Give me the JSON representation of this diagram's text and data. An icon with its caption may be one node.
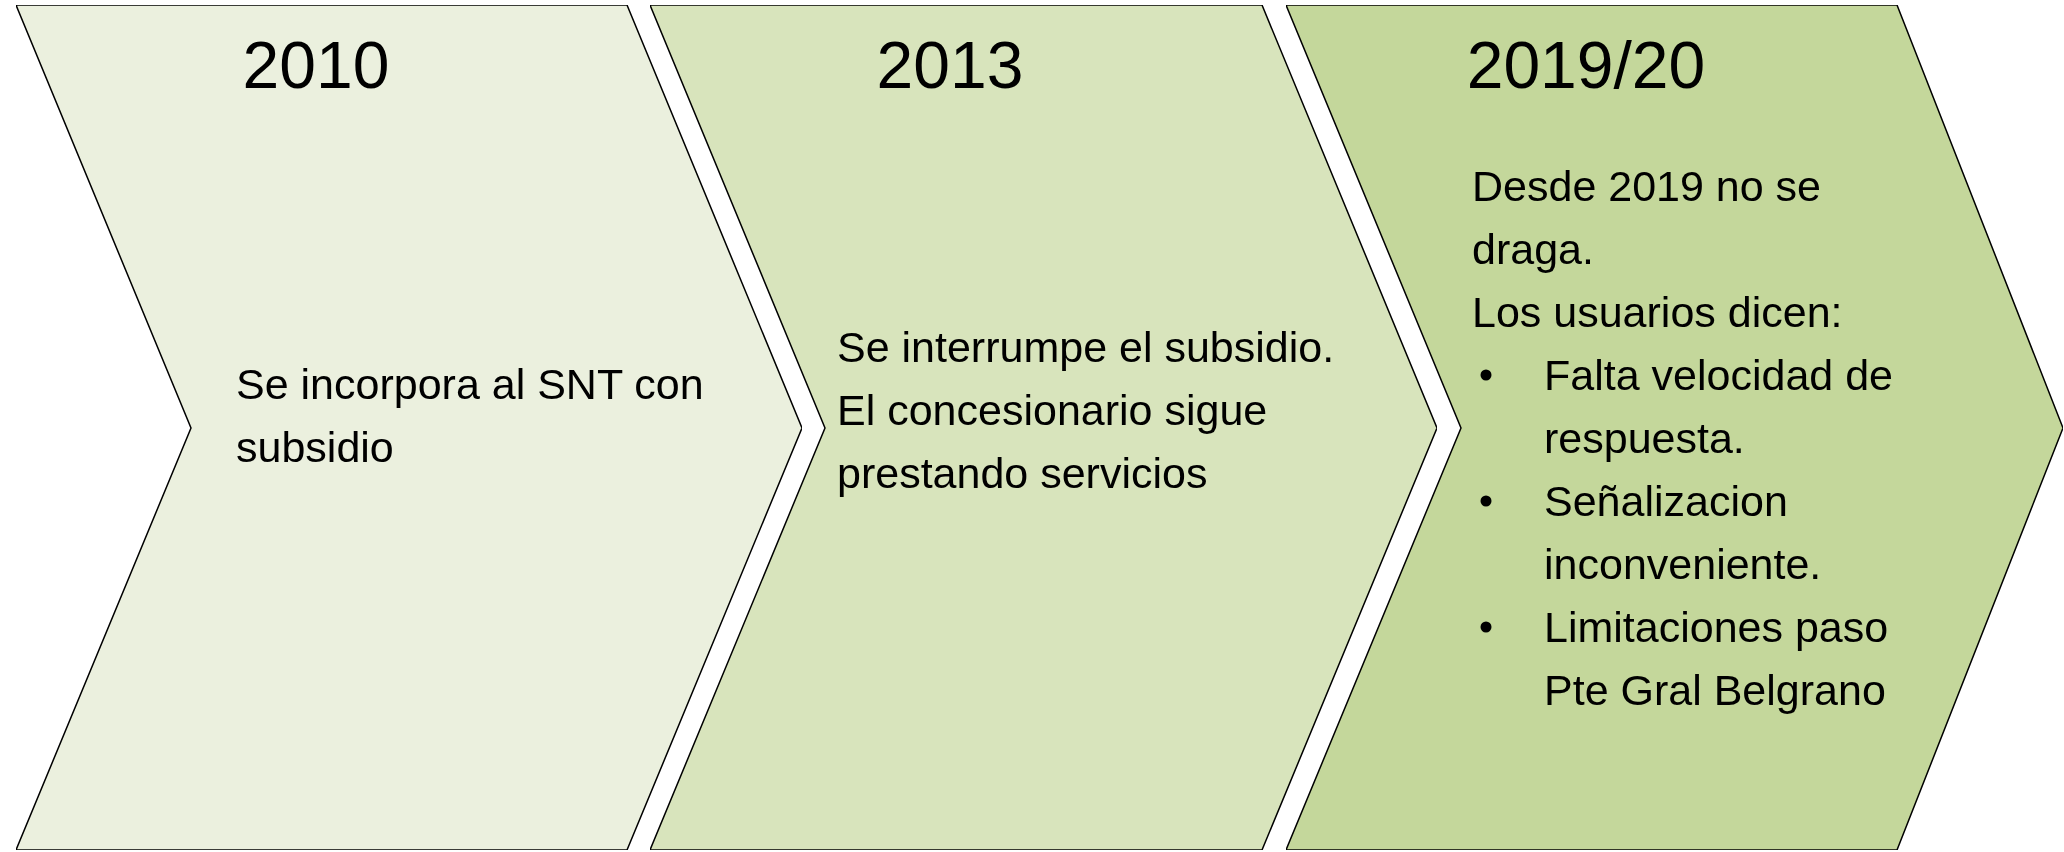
{
  "diagram": {
    "nodes": [
      {
        "text": [
          "2010",
          "Se incorpora al SNT con subsidio"
        ]
      },
      {
        "text": [
          "2013",
          "Se interrumpe el subsidio.",
          "El concesionario sigue prestando servicios"
        ]
      },
      {
        "text": [
          "2019/20",
          "Desde 2019 no se draga.",
          "Los usuarios dicen:",
          "Falta velocidad de respuesta.",
          "Señalizacion inconveniente.",
          "Limitaciones paso Pte Gral Belgrano"
        ]
      }
    ]
  }
}
